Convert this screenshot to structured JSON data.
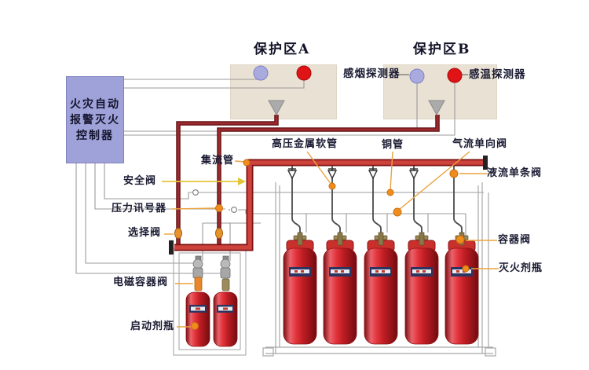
{
  "controller": {
    "line1": "火灾自动",
    "line2": "报警灭火",
    "line3": "控制器"
  },
  "zones": {
    "a": "保护区A",
    "b": "保护区B"
  },
  "labels": {
    "smoke_detector": "感烟探测器",
    "heat_detector": "感温探测器",
    "high_pressure_hose": "高压金属软管",
    "copper_pipe": "铜管",
    "gas_check_valve": "气流单向阀",
    "manifold": "集流管",
    "liquid_check_valve": "液流单条阀",
    "safety_valve": "安全阀",
    "pressure_signal": "压力讯号器",
    "selector_valve": "选择阀",
    "solenoid_container_valve": "电磁容器阀",
    "starter_bottle": "启动剂瓶",
    "container_valve": "容器阀",
    "agent_bottle": "灭火剂瓶"
  },
  "colors": {
    "controller_box": "#9FA2D8",
    "zone_box": "#E9E1D3",
    "manifold_red": "#C23531",
    "zone_pipe_dark_red": "#8D2022",
    "cylinder_red": "#D2232A",
    "callout_orange": "#F08C1E",
    "safety_yellow": "#E2C437",
    "smoke_detector_blue": "#A9ABDF",
    "heat_detector_red": "#E01317",
    "wire_gray": "#9B9B9B"
  }
}
